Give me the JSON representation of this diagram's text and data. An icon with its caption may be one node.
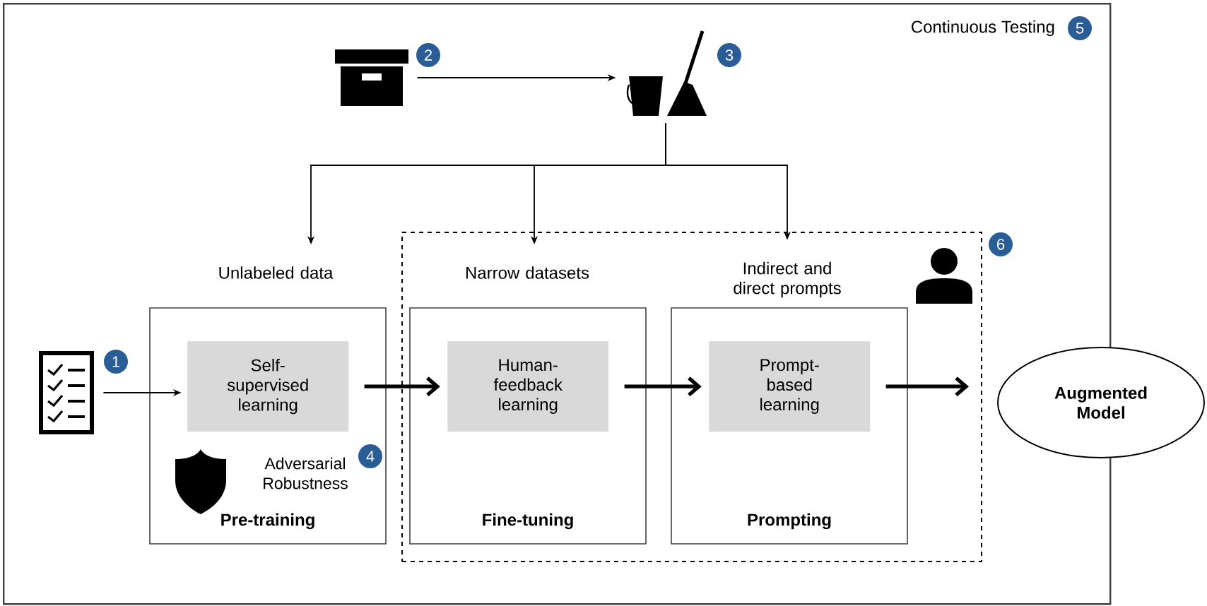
{
  "diagram": {
    "nodes": [
      {
        "text": [
          "Continuous Testing"
        ]
      },
      {
        "text": [],
        "shape": "picture",
        "in": 0
      },
      {
        "text": [],
        "shape": "picture",
        "in": 0
      },
      {
        "text": [],
        "shape": "picture",
        "in": 0
      },
      {
        "text": [],
        "shape": "box",
        "in": 0
      },
      {
        "text": [
          "Unlabeled data",
          "Pre-training"
        ],
        "in": 0
      },
      {
        "text": [
          "Self-supervised learning"
        ],
        "in": 5
      },
      {
        "text": [
          "Narrow datasets",
          "Fine-tuning"
        ],
        "in": 4
      },
      {
        "text": [
          "Human-feedback learning"
        ],
        "in": 7
      },
      {
        "text": [
          "Indirect and direct prompts",
          "Prompting"
        ],
        "in": 4
      },
      {
        "text": [
          "Prompt-based learning"
        ],
        "in": 9
      },
      {
        "text": [
          "Augmented Model"
        ]
      }
    ],
    "edges": [
      {
        "from": 2,
        "to": 3,
        "arrow": "to"
      },
      {
        "from": 3,
        "to": 5,
        "arrow": "to"
      },
      {
        "from": 3,
        "to": 7,
        "arrow": "to"
      },
      {
        "from": 3,
        "to": 9,
        "arrow": "to"
      },
      {
        "from": 1,
        "to": 6,
        "arrow": "to"
      },
      {
        "from": 6,
        "to": 8,
        "arrow": "to",
        "style": "thick"
      },
      {
        "from": 8,
        "to": 10,
        "arrow": "to",
        "style": "thick"
      },
      {
        "from": 10,
        "to": 11,
        "arrow": "to",
        "style": "thick"
      }
    ],
    "labels": [
      "2",
      "3",
      "5",
      "6",
      "1",
      "Adversarial Robustness",
      "4"
    ]
  }
}
